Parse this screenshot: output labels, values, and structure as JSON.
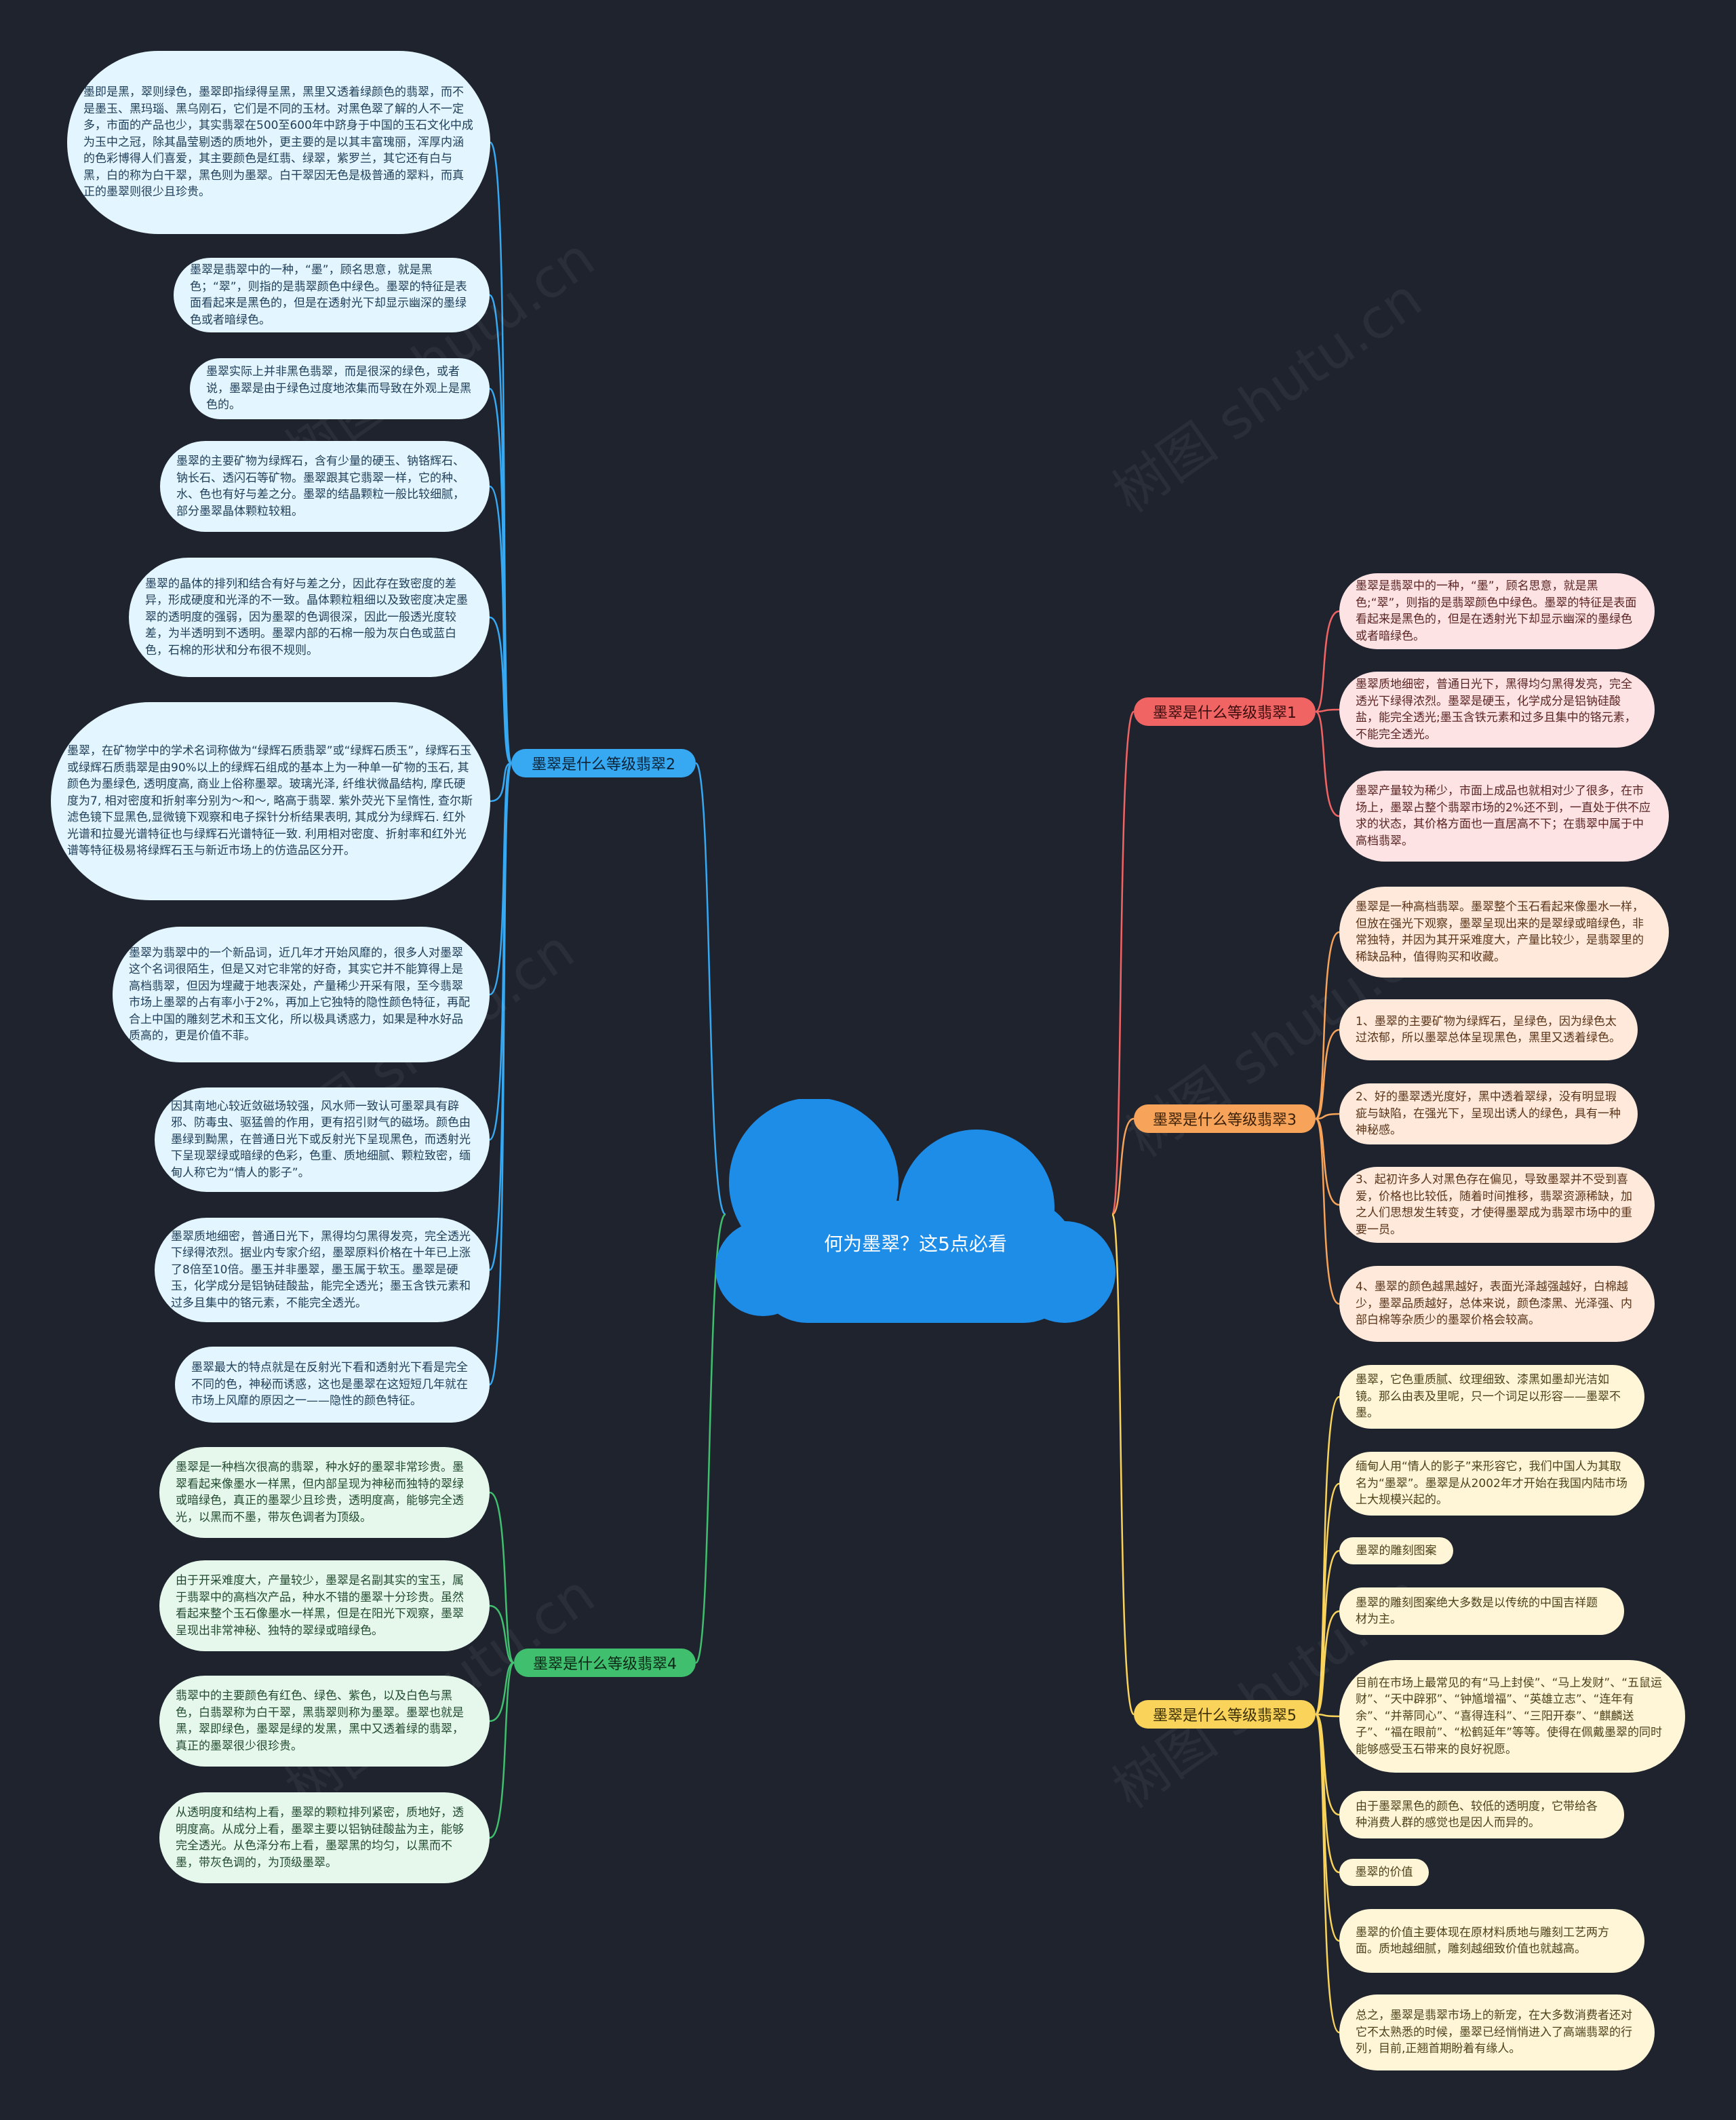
{
  "center": {
    "title": "何为墨翠？这5点必看"
  },
  "watermark": "树图 shutu.cn",
  "colors": {
    "background": "#1f232e",
    "cloud": "#1e8de8",
    "blue": "#37a9f2",
    "green": "#40bf6e",
    "red": "#f16464",
    "orange": "#f7a35a",
    "yellow": "#fad45a"
  },
  "branches": {
    "b1": {
      "label": "墨翠是什么等级翡翠1",
      "items": [
        "墨翠是翡翠中的一种，“墨”，顾名思意，就是黑色;“翠”，则指的是翡翠颜色中绿色。墨翠的特征是表面看起来是黑色的，但是在透射光下却显示幽深的墨绿色或者暗绿色。",
        "墨翠质地细密，普通日光下，黑得均匀黑得发亮，完全透光下绿得浓烈。墨翠是硬玉，化学成分是铝钠硅酸盐，能完全透光;墨玉含铁元素和过多且集中的铬元素，不能完全透光。",
        "墨翠产量较为稀少，市面上成品也就相对少了很多，在市场上，墨翠占整个翡翠市场的2%还不到，一直处于供不应求的状态，其价格方面也一直居高不下；在翡翠中属于中高档翡翠。"
      ]
    },
    "b2": {
      "label": "墨翠是什么等级翡翠2",
      "items": [
        "墨即是黑，翠则绿色，墨翠即指绿得呈黑，黑里又透着绿颜色的翡翠，而不是墨玉、黑玛瑙、黑乌刚石，它们是不同的玉材。对黑色翠了解的人不一定多，市面的产品也少，其实翡翠在500至600年中跻身于中国的玉石文化中成为玉中之冠，除其晶莹剔透的质地外，更主要的是以其丰富瑰丽，浑厚内涵的色彩博得人们喜爱，其主要颜色是红翡、绿翠，紫罗兰，其它还有白与黑，白的称为白干翠，黑色则为墨翠。白干翠因无色是极普通的翠料，而真正的墨翠则很少且珍贵。",
        "墨翠是翡翠中的一种，“墨”，顾名思意，就是黑色；“翠”，则指的是翡翠颜色中绿色。墨翠的特征是表面看起来是黑色的，但是在透射光下却显示幽深的墨绿色或者暗绿色。",
        "墨翠实际上并非黑色翡翠，而是很深的绿色，或者说，墨翠是由于绿色过度地浓集而导致在外观上是黑色的。",
        "墨翠的主要矿物为绿辉石，含有少量的硬玉、钠铬辉石、钠长石、透闪石等矿物。墨翠跟其它翡翠一样，它的种、水、色也有好与差之分。墨翠的结晶颗粒一般比较细腻，部分墨翠晶体颗粒较粗。",
        "墨翠的晶体的排列和结合有好与差之分，因此存在致密度的差异，形成硬度和光泽的不一致。晶体颗粒粗细以及致密度决定墨翠的透明度的强弱，因为墨翠的色调很深，因此一般透光度较差，为半透明到不透明。墨翠内部的石棉一般为灰白色或蓝白色，石棉的形状和分布很不规则。",
        "墨翠，在矿物学中的学术名词称做为“绿辉石质翡翠”或“绿辉石质玉”，绿辉石玉或绿辉石质翡翠是由90%以上的绿辉石组成的基本上为一种单一矿物的玉石, 其颜色为墨绿色, 透明度高, 商业上俗称墨翠。玻璃光泽, 纤维状微晶结构, 摩氏硬度为7, 相对密度和折射率分别为～和～, 略高于翡翠. 紫外荧光下呈惰性, 查尔斯滤色镜下显黑色,显微镜下观察和电子探针分析结果表明, 其成分为绿辉石. 红外光谱和拉曼光谱特征也与绿辉石光谱特征一致. 利用相对密度、折射率和红外光谱等特征极易将绿辉石玉与新近市场上的仿造品区分开。",
        "墨翠为翡翠中的一个新品词，近几年才开始风靡的，很多人对墨翠这个名词很陌生，但是又对它非常的好奇，其实它并不能算得上是高档翡翠，但因为埋藏于地表深处，产量稀少开采有限，至今翡翠市场上墨翠的占有率小于2%，再加上它独特的隐性颜色特征，再配合上中国的雕刻艺术和玉文化，所以极具诱惑力，如果是种水好品质高的，更是价值不菲。",
        "因其南地心较近敛磁场较强，风水师一致认可墨翠具有辟邪、防毒虫、驱猛兽的作用，更有招引财气的磁场。颜色由墨绿到黝黑，在普通日光下或反射光下呈现黑色，而透射光下呈现翠绿或暗绿的色彩，色重、质地细腻、颗粒致密，缅甸人称它为“情人的影子”。",
        "墨翠质地细密，普通日光下，黑得均匀黑得发亮，完全透光下绿得浓烈。据业内专家介绍，墨翠原料价格在十年已上涨了8倍至10倍。墨玉并非墨翠，墨玉属于软玉。墨翠是硬玉，化学成分是铝钠硅酸盐，能完全透光；墨玉含铁元素和过多且集中的铬元素，不能完全透光。",
        "墨翠最大的特点就是在反射光下看和透射光下看是完全不同的色，神秘而诱惑，这也是墨翠在这短短几年就在市场上风靡的原因之一——隐性的颜色特征。"
      ]
    },
    "b3": {
      "label": "墨翠是什么等级翡翠3",
      "items": [
        "墨翠是一种高档翡翠。墨翠整个玉石看起来像墨水一样，但放在强光下观察，墨翠呈现出来的是翠绿或暗绿色，非常独特，并因为其开采难度大，产量比较少，是翡翠里的稀缺品种，值得购买和收藏。",
        "1、墨翠的主要矿物为绿辉石，呈绿色，因为绿色太过浓郁，所以墨翠总体呈现黑色，黑里又透着绿色。",
        "2、好的墨翠透光度好，黑中透着翠绿，没有明显瑕疵与缺陷，在强光下，呈现出诱人的绿色，具有一种神秘感。",
        "3、起初许多人对黑色存在偏见，导致墨翠并不受到喜爱，价格也比较低，随着时间推移，翡翠资源稀缺，加之人们思想发生转变，才使得墨翠成为翡翠市场中的重要一员。",
        "4、墨翠的颜色越黑越好，表面光泽越强越好，白棉越少，墨翠品质越好，总体来说，颜色漆黑、光泽强、内部白棉等杂质少的墨翠价格会较高。"
      ]
    },
    "b4": {
      "label": "墨翠是什么等级翡翠4",
      "items": [
        "墨翠是一种档次很高的翡翠，种水好的墨翠非常珍贵。墨翠看起来像墨水一样黑，但内部呈现为神秘而独特的翠绿或暗绿色，真正的墨翠少且珍贵，透明度高，能够完全透光，以黑而不墨，带灰色调者为顶级。",
        "由于开采难度大，产量较少，墨翠是名副其实的宝玉，属于翡翠中的高档次产品，种水不错的墨翠十分珍贵。虽然看起来整个玉石像墨水一样黑，但是在阳光下观察，墨翠呈现出非常神秘、独特的翠绿或暗绿色。",
        "翡翠中的主要颜色有红色、绿色、紫色，以及白色与黑色，白翡翠称为白干翠，黑翡翠则称为墨翠。墨翠也就是黑，翠即绿色，墨翠是绿的发黑，黑中又透着绿的翡翠，真正的墨翠很少很珍贵。",
        "从透明度和结构上看，墨翠的颗粒排列紧密，质地好，透明度高。从成分上看，墨翠主要以铝钠硅酸盐为主，能够完全透光。从色泽分布上看，墨翠黑的均匀，以黑而不墨，带灰色调的，为顶级墨翠。"
      ]
    },
    "b5": {
      "label": "墨翠是什么等级翡翠5",
      "items": [
        "墨翠，它色重质腻、纹理细致、漆黑如墨却光洁如镜。那么由表及里呢，只一个词足以形容——墨翠不墨。",
        "缅甸人用“情人的影子”来形容它，我们中国人为其取名为“墨翠”。墨翠是从2002年才开始在我国内陆市场上大规模兴起的。",
        "墨翠的雕刻图案",
        "墨翠的雕刻图案绝大多数是以传统的中国吉祥题材为主。",
        "目前在市场上最常见的有“马上封侯”、“马上发财”、“五鼠运财”、“天中辟邪”、“钟馗增福”、“英雄立志”、“连年有余”、“并蒂同心”、“喜得连科”、“三阳开泰”、“麒麟送子”、“福在眼前”、“松鹤延年”等等。使得在佩戴墨翠的同时能够感受玉石带来的良好祝愿。",
        "由于墨翠黑色的颜色、较低的透明度，它带给各种消费人群的感觉也是因人而异的。",
        "墨翠的价值",
        "墨翠的价值主要体现在原材料质地与雕刻工艺两方面。质地越细腻，雕刻越细致价值也就越高。",
        "总之，墨翠是翡翠市场上的新宠，在大多数消费者还对它不太熟悉的时候，墨翠已经悄悄进入了高端翡翠的行列，目前,正翘首期盼着有缘人。"
      ]
    }
  }
}
